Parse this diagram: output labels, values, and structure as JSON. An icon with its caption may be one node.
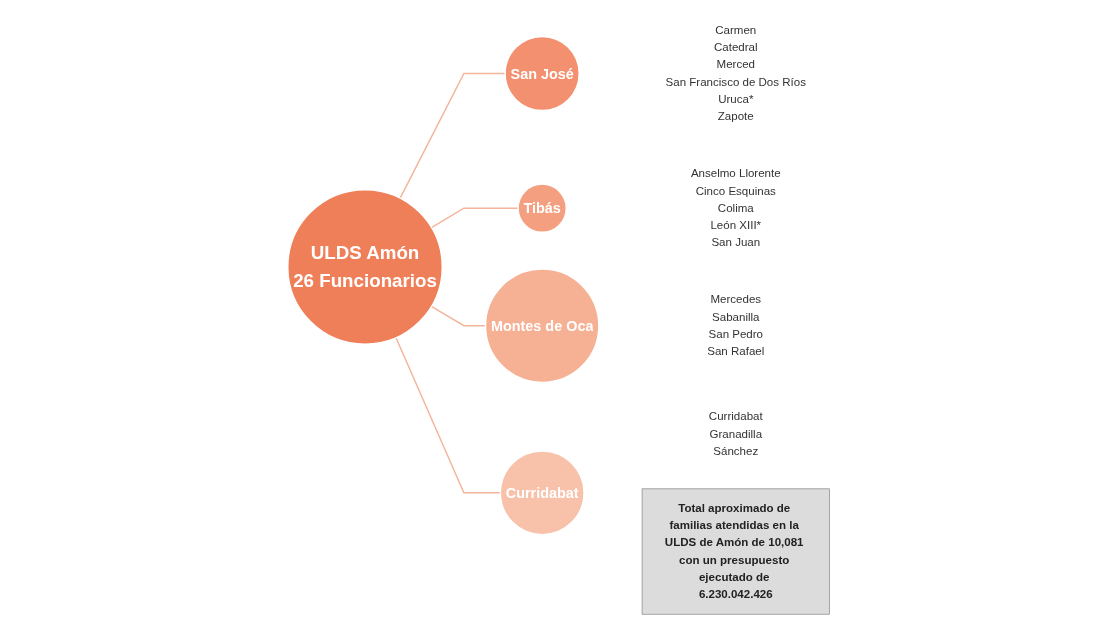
{
  "diagram": {
    "nodes": [
      {
        "text": [
          "ULDS Amón",
          "26 Funcionarios"
        ]
      },
      {
        "text": [
          "San José"
        ],
        "beside": [
          "Carmen",
          "Catedral",
          "Merced",
          "San Francisco de Dos Ríos",
          "Uruca*",
          "Zapote"
        ]
      },
      {
        "text": [
          "Tibás"
        ],
        "beside": [
          "Anselmo Llorente",
          "Cinco Esquinas",
          "Colima",
          "León XIII*",
          "San Juan"
        ]
      },
      {
        "text": [
          "Montes de Oca"
        ],
        "beside": [
          "Mercedes",
          "Sabanilla",
          "San Pedro",
          "San Rafael"
        ]
      },
      {
        "text": [
          "Curridabat"
        ],
        "beside": [
          "Curridabat",
          "Granadilla",
          "Sánchez"
        ]
      },
      {
        "text": [
          "Total aproximado de familias atendidas en la ULDS de Amón de 10,081 con un presupuesto ejecutado de 6.230.042.426"
        ]
      }
    ],
    "edges": [
      {
        "from": 0,
        "to": 1,
        "arrow": "none"
      },
      {
        "from": 0,
        "to": 2,
        "arrow": "none"
      },
      {
        "from": 0,
        "to": 3,
        "arrow": "none"
      },
      {
        "from": 0,
        "to": 4,
        "arrow": "none"
      }
    ]
  }
}
